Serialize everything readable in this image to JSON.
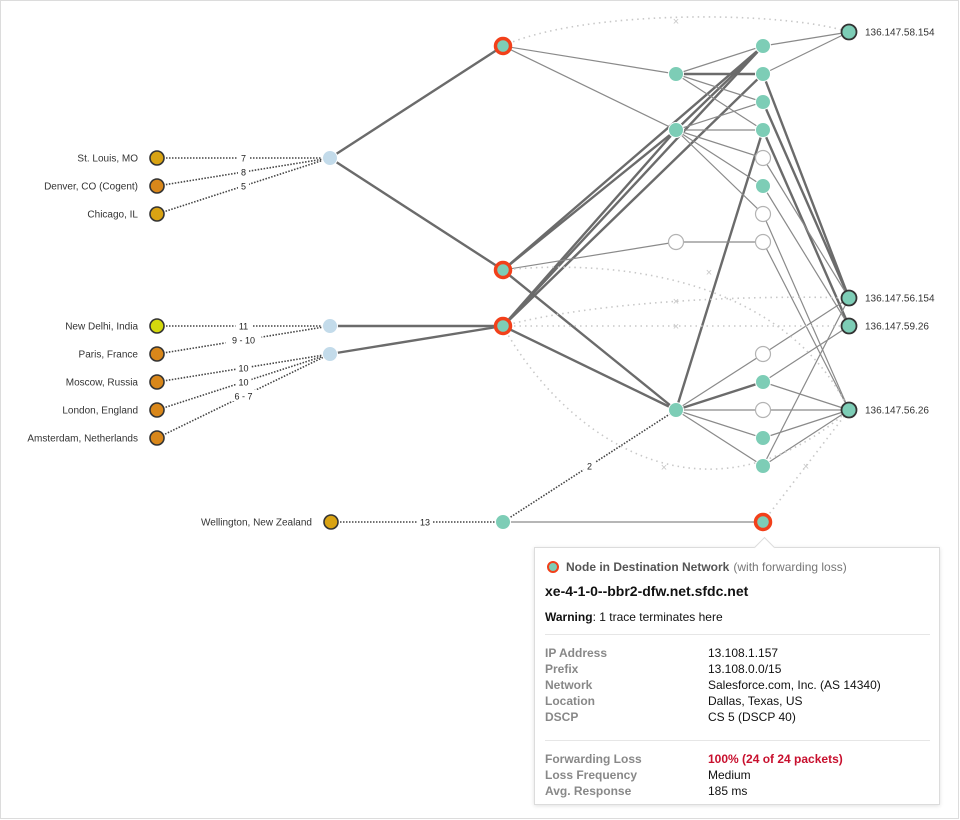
{
  "sources": [
    {
      "id": "s1",
      "label": "St. Louis, MO",
      "color": "#d9a313",
      "hop": "7"
    },
    {
      "id": "s2",
      "label": "Denver, CO (Cogent)",
      "color": "#d9871a",
      "hop": "8"
    },
    {
      "id": "s3",
      "label": "Chicago, IL",
      "color": "#d9a313",
      "hop": "5"
    },
    {
      "id": "s4",
      "label": "New Delhi, India",
      "color": "#d4d90d",
      "hop": "11"
    },
    {
      "id": "s5",
      "label": "Paris, France",
      "color": "#d9871a",
      "hop": "9 - 10"
    },
    {
      "id": "s6",
      "label": "Moscow, Russia",
      "color": "#d9871a",
      "hop": "10"
    },
    {
      "id": "s7",
      "label": "London, England",
      "color": "#d9871a",
      "hop": "10"
    },
    {
      "id": "s8",
      "label": "Amsterdam, Netherlands",
      "color": "#d9871a",
      "hop": "6 - 7"
    },
    {
      "id": "s9",
      "label": "Wellington, New Zealand",
      "color": "#d9a313",
      "hop": "13"
    }
  ],
  "extra_hop_labels": [
    "2"
  ],
  "destinations": [
    {
      "id": "d1",
      "label": "136.147.58.154"
    },
    {
      "id": "d2",
      "label": "136.147.56.154"
    },
    {
      "id": "d3",
      "label": "136.147.59.26"
    },
    {
      "id": "d4",
      "label": "136.147.56.26"
    }
  ],
  "colors": {
    "loss_ring": "#f2401a",
    "node_teal": "#7dcdb6",
    "node_light_blue": "#c3dbea",
    "edge_dark": "#6b6b6b",
    "edge_gray": "#999999",
    "edge_faint": "#c8c8c8",
    "alert_red": "#c8102e"
  },
  "tooltip": {
    "node_type": "Node in Destination Network",
    "node_type_note": "(with forwarding loss)",
    "hostname": "xe-4-1-0--bbr2-dfw.net.sfdc.net",
    "warning_label": "Warning",
    "warning_text": ": 1 trace terminates here",
    "details": [
      {
        "key": "IP Address",
        "value": "13.108.1.157"
      },
      {
        "key": "Prefix",
        "value": "13.108.0.0/15"
      },
      {
        "key": "Network",
        "value": "Salesforce.com, Inc. (AS 14340)"
      },
      {
        "key": "Location",
        "value": "Dallas, Texas, US"
      },
      {
        "key": "DSCP",
        "value": "CS 5 (DSCP 40)"
      }
    ],
    "metrics": [
      {
        "key": "Forwarding Loss",
        "value": "100% (24 of 24 packets)",
        "alert": true
      },
      {
        "key": "Loss Frequency",
        "value": "Medium",
        "alert": false
      },
      {
        "key": "Avg. Response",
        "value": "185 ms",
        "alert": false
      }
    ]
  }
}
